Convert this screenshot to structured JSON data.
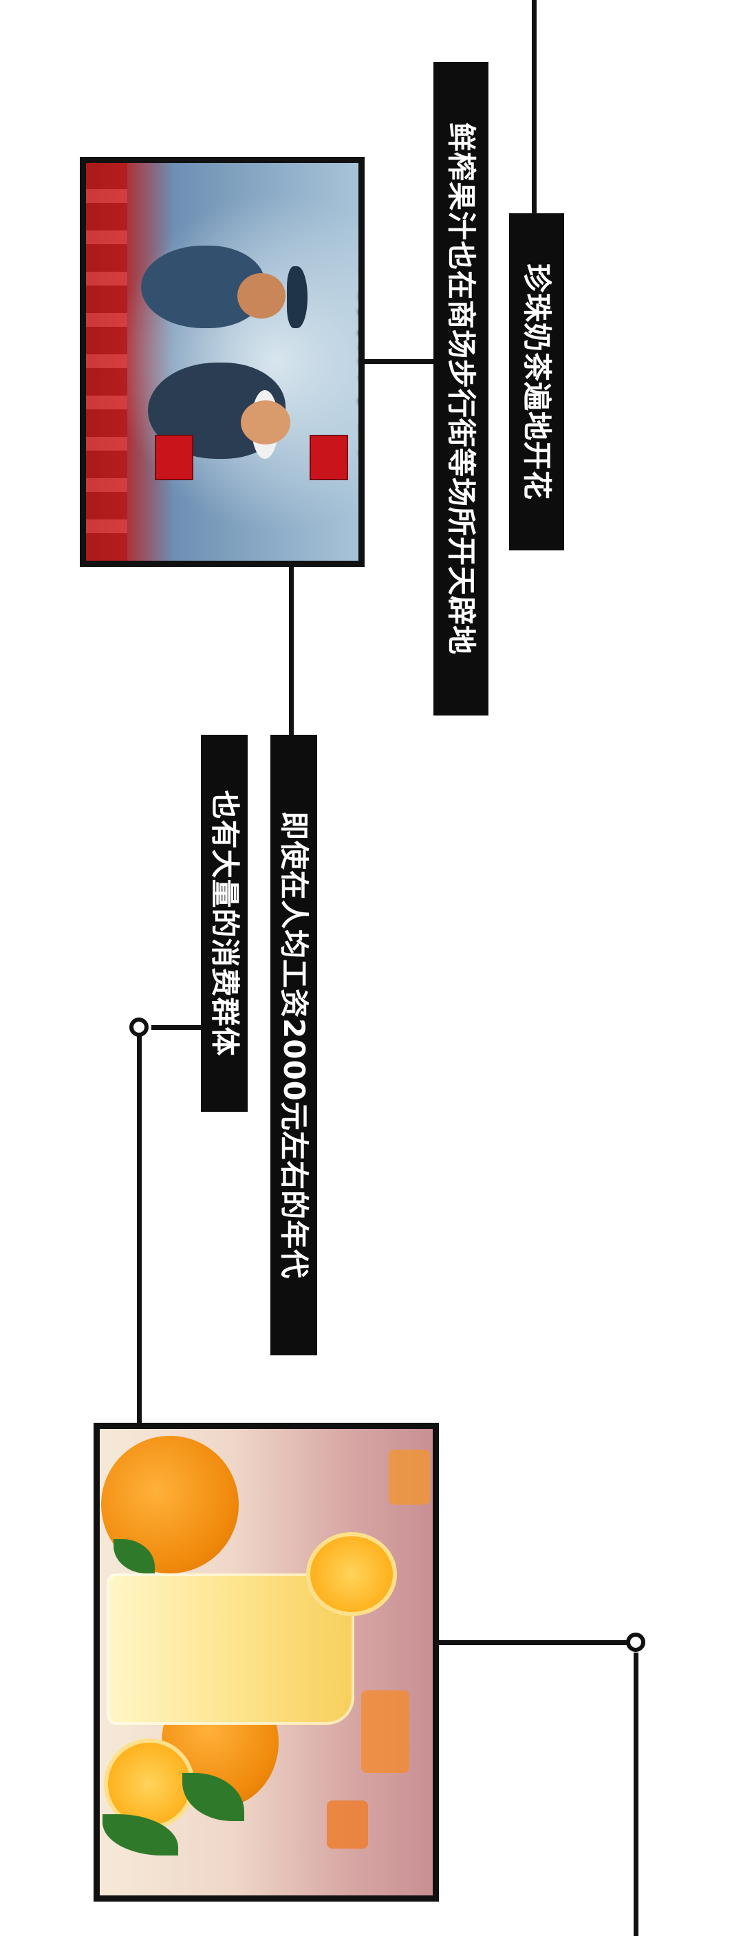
{
  "timeline": {
    "labels": [
      {
        "text": "珍珠奶茶遍地开花"
      },
      {
        "text": "鲜榨果汁也在商场步行街等场所开天辟地"
      },
      {
        "text": "即使在人均工资2000元左右的年代"
      },
      {
        "text": "也有大量的消费群体"
      }
    ],
    "poster": {
      "title": "到群众中去",
      "description": "propaganda poster illustration"
    },
    "juice_photo": {
      "description": "orange juice with oranges"
    }
  },
  "colors": {
    "background": "#ffffff",
    "line": "#111111",
    "label_background": "#0d0d0d",
    "label_text": "#ffffff"
  }
}
